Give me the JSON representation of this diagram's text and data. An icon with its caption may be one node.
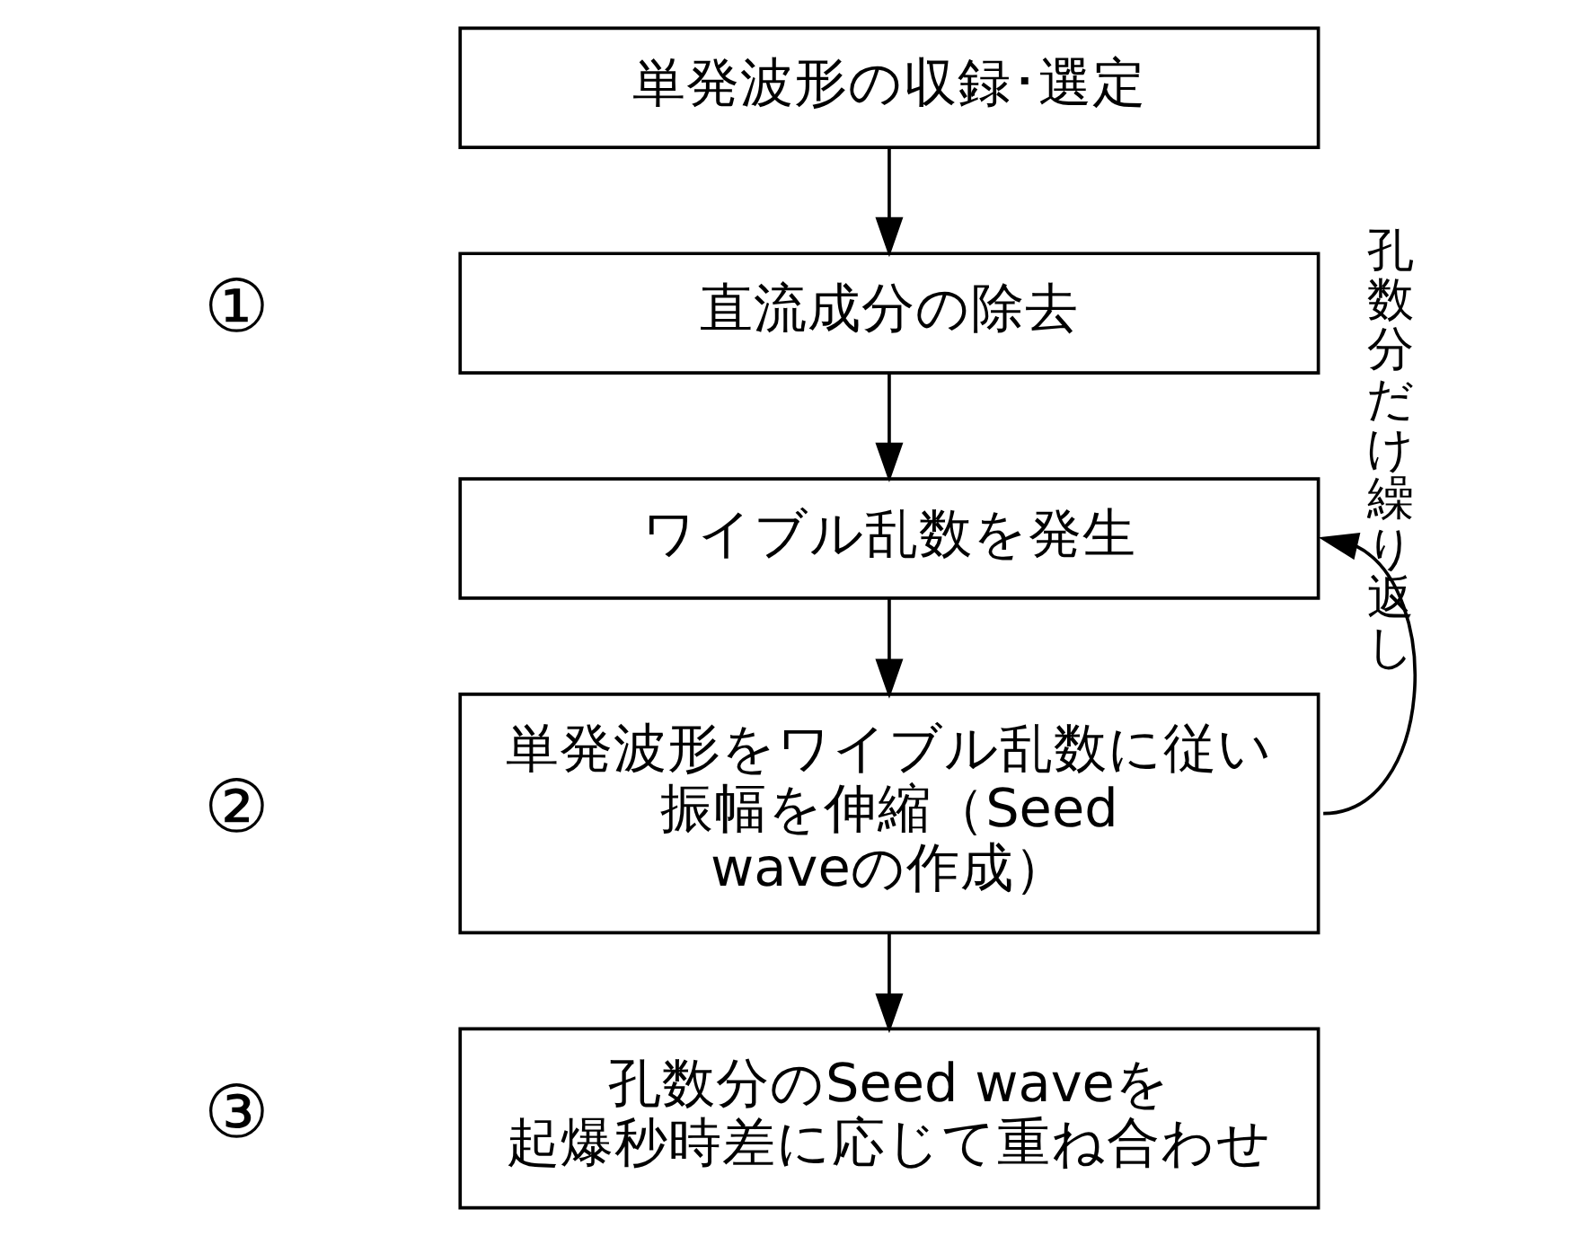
{
  "diagram": {
    "nodes": [
      {
        "text": [
          "単発波形の収録･選定"
        ]
      },
      {
        "text": [
          "直流成分の除去"
        ]
      },
      {
        "text": [
          "ワイブル乱数を発生"
        ]
      },
      {
        "text": [
          "単発波形をワイブル乱数に従い振幅を伸縮（Seed waveの作成）"
        ]
      },
      {
        "text": [
          "孔数分のSeed waveを起爆秒時差に応じて重ね合わせ"
        ]
      }
    ],
    "edges": [
      {
        "from": 0,
        "to": 1,
        "arrow": "to"
      },
      {
        "from": 1,
        "to": 2,
        "arrow": "to"
      },
      {
        "from": 2,
        "to": 3,
        "arrow": "to"
      },
      {
        "from": 3,
        "to": 4,
        "arrow": "to"
      },
      {
        "from": 3,
        "to": 2,
        "arrow": "to",
        "label": "孔数分だけ繰り返し"
      }
    ],
    "labels": [
      "①",
      "②",
      "③"
    ]
  }
}
